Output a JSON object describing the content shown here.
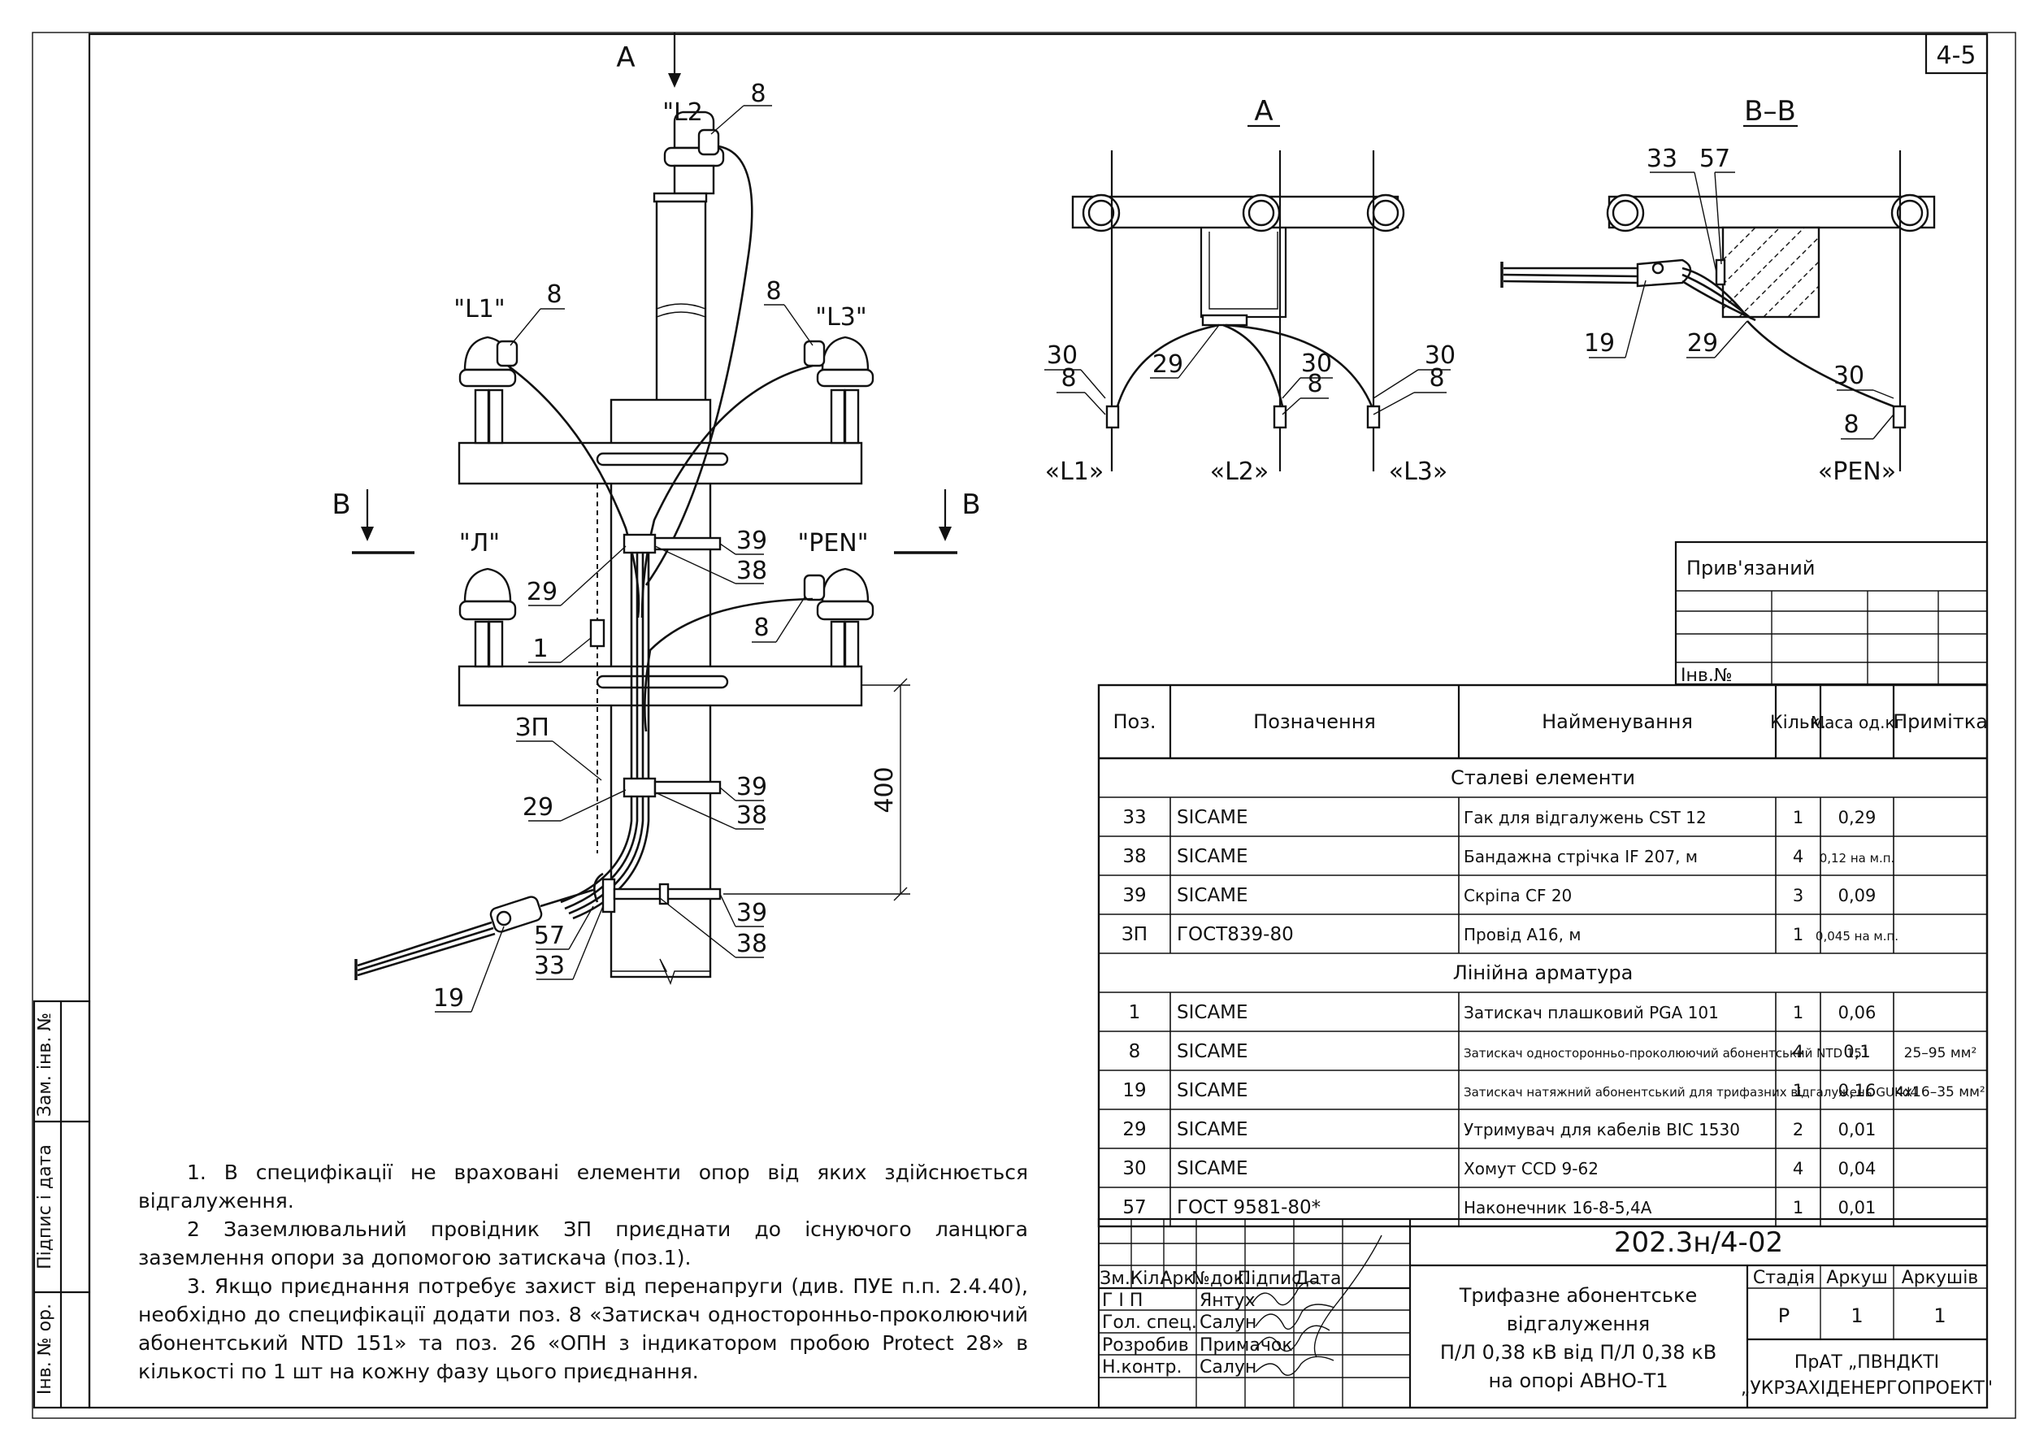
{
  "sheet_number": "4-5",
  "view_main": {
    "label_a": "A",
    "label_b": "B",
    "phases": {
      "l1": "\"L1\"",
      "l2": "\"L2",
      "l3": "\"L3\"",
      "n": "\"Л\"",
      "pen": "\"PEN\""
    },
    "callouts": [
      "8",
      "8",
      "8",
      "8",
      "39",
      "38",
      "39",
      "38",
      "39",
      "38",
      "29",
      "29",
      "1",
      "ЗП",
      "57",
      "33",
      "19"
    ],
    "dimension": "400"
  },
  "view_a": {
    "title": "А",
    "callouts": [
      "30",
      "8",
      "29",
      "30",
      "8",
      "30",
      "8"
    ],
    "phases": [
      "«L1»",
      "«L2»",
      "«L3»"
    ]
  },
  "view_bb": {
    "title": "В–В",
    "callouts": [
      "33",
      "57",
      "19",
      "29",
      "30",
      "8"
    ],
    "phase": "«PEN»"
  },
  "privyazaniy": {
    "label": "Прив'язаний",
    "inv": "Інв.№"
  },
  "spec": {
    "headers": {
      "pos": "Поз.",
      "designation": "Позначення",
      "name": "Найменування",
      "qty": "Кільк.",
      "mass": "Маса од.кг",
      "note": "Примітка"
    },
    "sections": [
      {
        "title": "Сталеві елементи",
        "rows": [
          {
            "pos": "33",
            "des": "SICAME",
            "name": "Гак для відгалужень CST 12",
            "qty": "1",
            "mass": "0,29",
            "note": ""
          },
          {
            "pos": "38",
            "des": "SICAME",
            "name": "Бандажна стрічка IF 207, м",
            "qty": "4",
            "mass": "0,12 на м.п.",
            "note": ""
          },
          {
            "pos": "39",
            "des": "SICAME",
            "name": "Скріпа CF 20",
            "qty": "3",
            "mass": "0,09",
            "note": ""
          },
          {
            "pos": "ЗП",
            "des": "ГОСТ839-80",
            "name": "Провід А16, м",
            "qty": "1",
            "mass": "0,045 на м.п.",
            "note": ""
          }
        ]
      },
      {
        "title": "Лінійна арматура",
        "rows": [
          {
            "pos": "1",
            "des": "SICAME",
            "name": "Затискач плашковий PGA 101",
            "qty": "1",
            "mass": "0,06",
            "note": ""
          },
          {
            "pos": "8",
            "des": "SICAME",
            "name": "Затискач односторонньо-проколюючий абонентський NTD 151",
            "qty": "4",
            "mass": "0,1",
            "note": "25–95 мм²"
          },
          {
            "pos": "19",
            "des": "SICAME",
            "name": "Затискач натяжний абонентський для трифазних відгалужень GUKd4",
            "qty": "1",
            "mass": "0,16",
            "note": "4x16–35 мм²"
          },
          {
            "pos": "29",
            "des": "SICAME",
            "name": "Утримувач для кабелів BIC 1530",
            "qty": "2",
            "mass": "0,01",
            "note": ""
          },
          {
            "pos": "30",
            "des": "SICAME",
            "name": "Хомут CCD 9-62",
            "qty": "4",
            "mass": "0,04",
            "note": ""
          },
          {
            "pos": "57",
            "des": "ГОСТ 9581-80*",
            "name": "Наконечник 16-8-5,4А",
            "qty": "1",
            "mass": "0,01",
            "note": ""
          }
        ]
      }
    ]
  },
  "stamp": {
    "code": "202.3н/4-02",
    "cols": [
      "Зм.",
      "Кіл.",
      "Арк.",
      "№док.",
      "Підпис",
      "Дата"
    ],
    "people": [
      {
        "role": "Г І П",
        "name": "Янтух"
      },
      {
        "role": "Гол. спец.",
        "name": "Салун"
      },
      {
        "role": "Розробив",
        "name": "Примачок"
      },
      {
        "role": "Н.контр.",
        "name": "Салун"
      }
    ],
    "title_lines": [
      "Трифазне абонентське",
      "відгалуження",
      "П/Л 0,38 кВ від П/Л 0,38 кВ",
      "на опорі АВНО-Т1"
    ],
    "stage_label": "Стадія",
    "sheet_label": "Аркуш",
    "sheets_label": "Аркушів",
    "stage": "Р",
    "sheet": "1",
    "sheets": "1",
    "org_lines": [
      "ПрАТ „ПВНДКТІ",
      "„УКРЗАХІДЕНЕРГОПРОЕКТ\""
    ]
  },
  "side_stamp": {
    "a": "Зам. інв. №",
    "b": "Підпис і дата",
    "c": "Інв. № ор."
  },
  "notes": [
    "1. В специфікації не враховані елементи опор від яких здійснюється відгалуження.",
    "2 Заземлювальний провідник ЗП приєднати до існуючого ланцюга заземлення опори за допомогою затискача (поз.1).",
    "3. Якщо приєднання потребує захист від перенапруги (див. ПУЕ п.п. 2.4.40), необхідно до специфікації додати поз. 8 «Затискач односторонньо-проколюючий абонентський NTD 151» та поз. 26 «ОПН з індикатором пробою Protect 28» в кількості по 1 шт на кожну фазу цього приєднання."
  ]
}
